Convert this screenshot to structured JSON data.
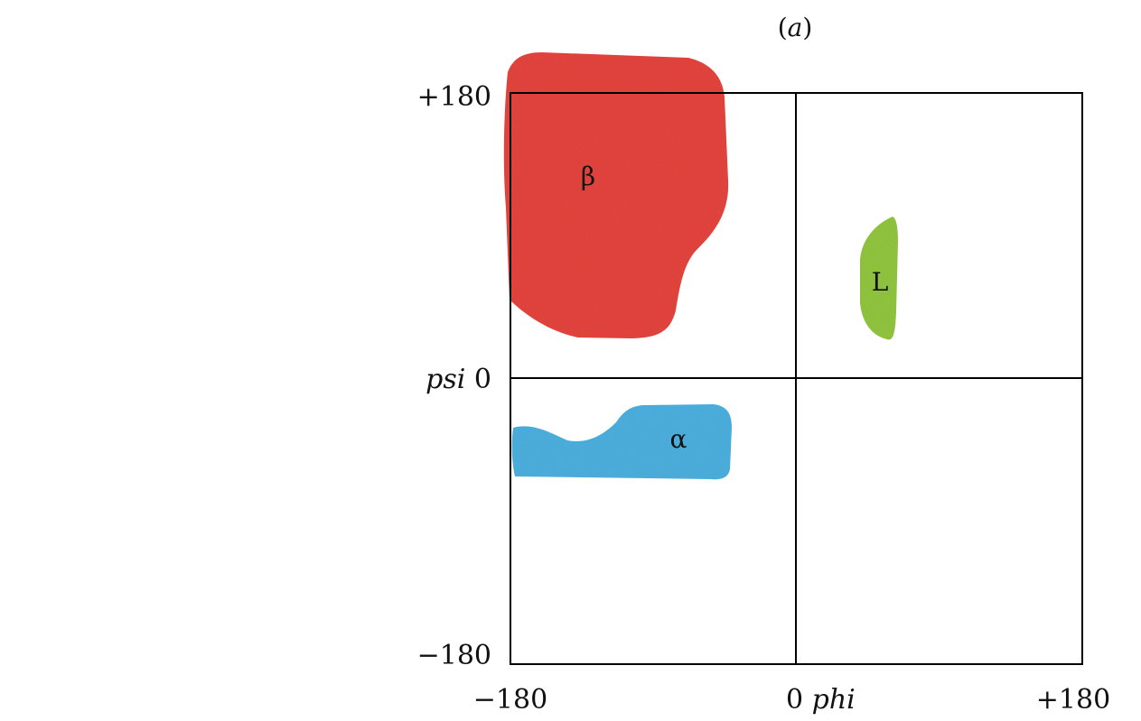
{
  "panel": {
    "label_open": "(",
    "label_letter": "a",
    "label_close": ")"
  },
  "axes": {
    "x_name": "phi",
    "y_name": "psi",
    "x_range": [
      -180,
      180
    ],
    "y_range": [
      -180,
      180
    ],
    "x_tick_min": "−180",
    "x_tick_mid": "0",
    "x_tick_max": "+180",
    "y_tick_min": "−180",
    "y_tick_mid": "0",
    "y_tick_max": "+180"
  },
  "regions": {
    "beta": {
      "label": "β",
      "color": "#e8463f"
    },
    "alpha": {
      "label": "α",
      "color": "#4fb3e3"
    },
    "left_handed": {
      "label": "L",
      "color": "#94c943"
    }
  },
  "colors": {
    "frame": "#000000",
    "text": "#111111",
    "background": "#ffffff"
  }
}
